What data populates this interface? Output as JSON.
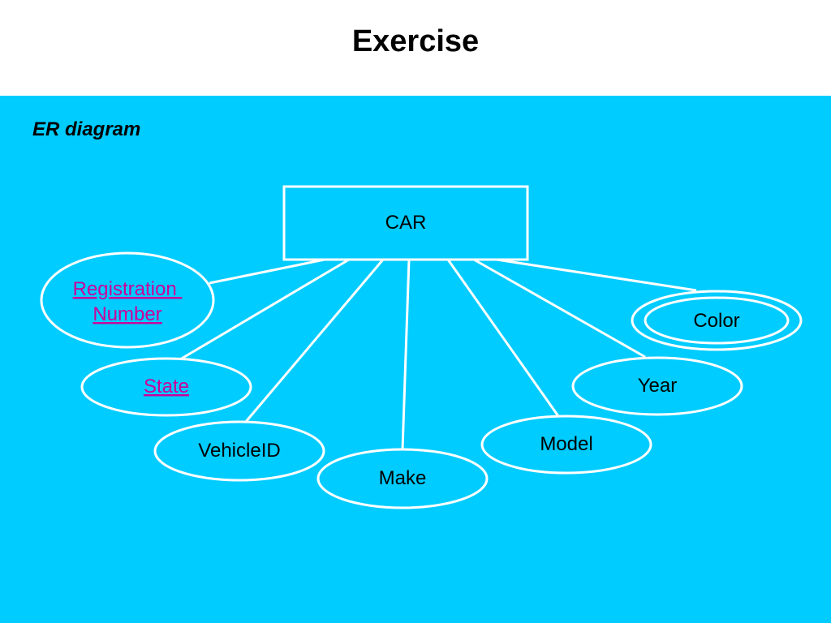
{
  "slide": {
    "title": "Exercise",
    "subtitle": "ER diagram",
    "colors": {
      "background_top": "#ffffff",
      "panel": "#00ccff",
      "outline": "#ffffff",
      "text": "#000000",
      "key_text": "#cc0099"
    }
  },
  "diagram": {
    "entity": {
      "name": "CAR"
    },
    "attributes": [
      {
        "id": "registration-number",
        "lines": [
          "Registration",
          "Number"
        ],
        "key": true,
        "multivalued": false
      },
      {
        "id": "state",
        "lines": [
          "State"
        ],
        "key": true,
        "multivalued": false
      },
      {
        "id": "vehicleid",
        "lines": [
          "VehicleID"
        ],
        "key": false,
        "multivalued": false
      },
      {
        "id": "make",
        "lines": [
          "Make"
        ],
        "key": false,
        "multivalued": false
      },
      {
        "id": "model",
        "lines": [
          "Model"
        ],
        "key": false,
        "multivalued": false
      },
      {
        "id": "year",
        "lines": [
          "Year"
        ],
        "key": false,
        "multivalued": false
      },
      {
        "id": "color",
        "lines": [
          "Color"
        ],
        "key": false,
        "multivalued": true
      }
    ]
  }
}
